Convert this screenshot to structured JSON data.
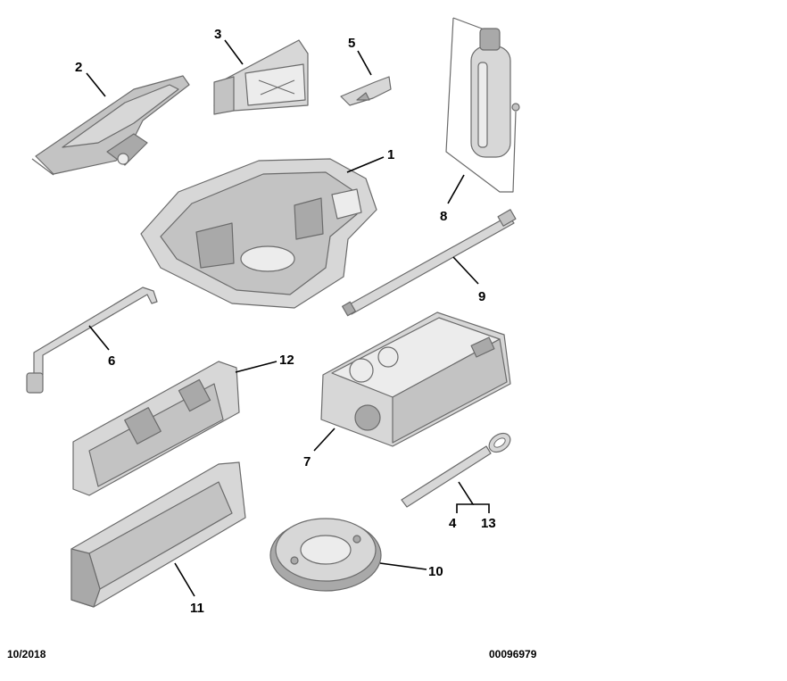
{
  "callouts": {
    "c1": "1",
    "c2": "2",
    "c3": "3",
    "c4": "4",
    "c5": "5",
    "c6": "6",
    "c7": "7",
    "c8": "8",
    "c9": "9",
    "c10": "10",
    "c11": "11",
    "c12": "12",
    "c13": "13"
  },
  "parts": {
    "p1": "tool-tray-icon",
    "p2": "scissor-jack-icon",
    "p3": "bracket-icon",
    "p5": "towing-eye-clip-icon",
    "p6": "wheel-brace-icon",
    "p7": "tyre-compressor-icon",
    "p8": "sealant-bottle-icon",
    "p9": "extension-bar-icon",
    "p10": "spare-wheel-retainer-icon",
    "p11": "lower-storage-tray-icon",
    "p12": "upper-storage-tray-icon",
    "p413": "towing-eye-icon"
  },
  "footer": {
    "date": "10/2018",
    "reference": "00096979"
  },
  "colors": {
    "outline": "#6b6b6b",
    "fill_light": "#d7d7d7",
    "fill_mid": "#c3c3c3",
    "fill_dark": "#8d8d8d"
  }
}
